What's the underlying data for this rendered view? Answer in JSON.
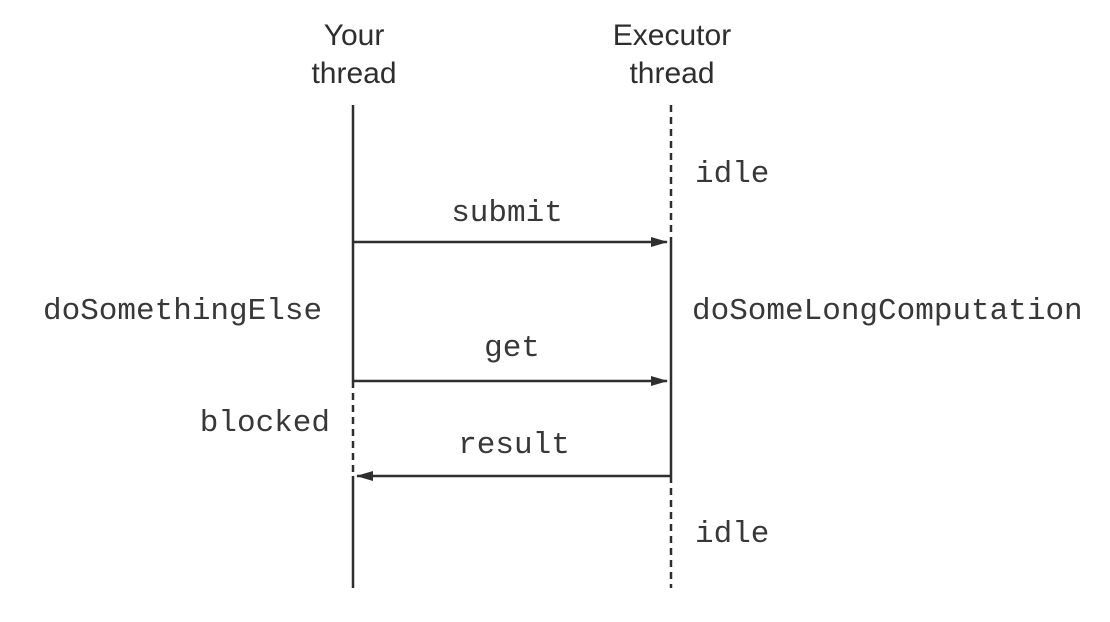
{
  "diagram": {
    "type": "sequence",
    "background_color": "#ffffff",
    "line_color": "#2f2f2f",
    "text_color": "#383838",
    "participants": [
      {
        "name": "your-thread",
        "line1": "Your",
        "line2": "thread",
        "lifeline_states": [
          "active",
          "blocked",
          "active"
        ]
      },
      {
        "name": "executor-thread",
        "line1": "Executor",
        "line2": "thread",
        "lifeline_states": [
          "idle",
          "active",
          "idle"
        ]
      }
    ],
    "messages": [
      {
        "label": "submit",
        "from": "your-thread",
        "to": "executor-thread"
      },
      {
        "label": "get",
        "from": "your-thread",
        "to": "executor-thread"
      },
      {
        "label": "result",
        "from": "executor-thread",
        "to": "your-thread"
      }
    ],
    "annotations": [
      {
        "text": "idle",
        "side": "right",
        "participant": "executor-thread"
      },
      {
        "text": "doSomethingElse",
        "side": "left",
        "participant": "your-thread"
      },
      {
        "text": "doSomeLongComputation",
        "side": "right",
        "participant": "executor-thread"
      },
      {
        "text": "blocked",
        "side": "left",
        "participant": "your-thread"
      },
      {
        "text": "idle",
        "side": "right",
        "participant": "executor-thread"
      }
    ]
  }
}
